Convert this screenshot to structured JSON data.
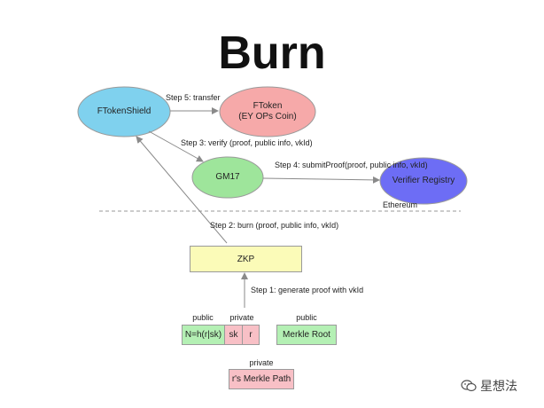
{
  "title": "Burn",
  "nodes": {
    "ftokenshield": "FTokenShield",
    "ftoken_line1": "FToken",
    "ftoken_line2": "(EY OPs Coin)",
    "gm17": "GM17",
    "verifier_registry": "Verifier Registry",
    "zkp": "ZKP",
    "commitment": "N=h(r|sk)",
    "sk": "sk",
    "r": "r",
    "merkle_root": "Merkle Root",
    "merkle_path": "r's Merkle Path"
  },
  "edges": {
    "step1": "Step 1: generate proof with vkId",
    "step2": "Step 2: burn (proof, public info, vkId)",
    "step3": "Step 3: verify (proof, public info, vkId)",
    "step4": "Step 4: submitProof(proof, public info, vkId)",
    "step5": "Step 5: transfer"
  },
  "captions": {
    "public_left": "public",
    "private_mid": "private",
    "public_right": "public",
    "private_bottom": "private",
    "ethereum": "Ethereum"
  },
  "watermark": {
    "text": "星想法",
    "icon": "wechat-icon"
  },
  "colors": {
    "ftokenshield": "#7fd1ee",
    "ftoken": "#f6a9a9",
    "gm17": "#9ee59b",
    "verifier_registry": "#6d6df5",
    "zkp": "#fbfbb8",
    "green_box": "#b4f0b4",
    "pink_box": "#f8c0c6"
  }
}
